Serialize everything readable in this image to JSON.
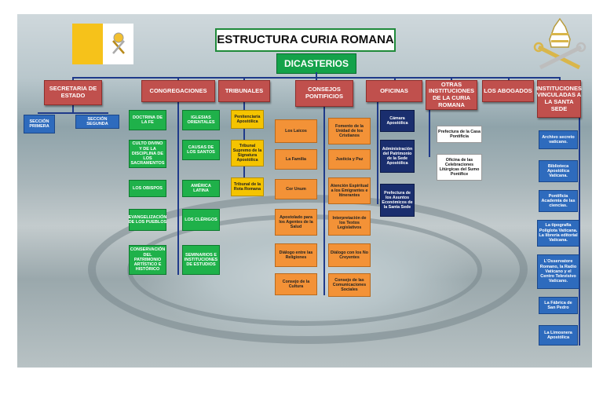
{
  "title": "ESTRUCTURA CURIA ROMANA",
  "dicasterios": "DICASTERIOS",
  "colors": {
    "flag_yellow": "#f6c21a",
    "title_border": "#1f8a3a",
    "header_red": "#c0504d",
    "green": "#1fb14a",
    "blue": "#2e6bbd",
    "yellow": "#f5c400",
    "orange": "#f39237",
    "navy": "#1a2e6e",
    "connector": "#1f3a8a"
  },
  "icons": {
    "flag": "vatican-flag-icon",
    "emblem": "papal-coat-of-arms-icon"
  },
  "headers": [
    {
      "id": "secretaria",
      "label": "SECRETARIA DE ESTADO"
    },
    {
      "id": "congregaciones",
      "label": "CONGREGACIONES"
    },
    {
      "id": "tribunales",
      "label": "TRIBUNALES"
    },
    {
      "id": "consejos",
      "label": "CONSEJOS PONTIFICIOS"
    },
    {
      "id": "oficinas",
      "label": "OFICINAS"
    },
    {
      "id": "otras",
      "label": "OTRAS INSTITUCIONES DE LA CURIA ROMANA"
    },
    {
      "id": "abogados",
      "label": "LOS ABOGADOS"
    },
    {
      "id": "instituciones",
      "label": "INSTITUCIONES VINCULADAS A LA SANTA SEDE"
    }
  ],
  "secretaria_items": [
    "SECCIÓN PRIMERA",
    "SECCIÓN SEGUNDA"
  ],
  "congregaciones_left": [
    "DOCTRINA DE LA FE",
    "CULTO DIVINO Y DE LA DISCIPLINA DE LOS SACRAMENTOS",
    "LOS OBISPOS",
    "EVANGELIZACIÓN DE LOS PUEBLOS",
    "CONSERVACIÓN DEL PATRIMONIO ARTÍSTICO E HISTÓRICO"
  ],
  "congregaciones_right": [
    "IGLESIAS ORIENTALES",
    "CAUSAS DE LOS SANTOS",
    "AMÉRICA LATINA",
    "LOS CLÉRIGOS",
    "SEMINARIOS E INSTITUCIONES DE ESTUDIOS"
  ],
  "tribunales_items": [
    "Penitenciaría Apostólica",
    "Tribunal Supremo de la Signatura Apostólica",
    "Tribunal de la Rota Romana"
  ],
  "consejos_left": [
    "Los Laicos",
    "La Familia",
    "Cor Unum",
    "Apostolado para los Agentes de la Salud",
    "Diálogo entre las Religiones",
    "Consejo de la Cultura"
  ],
  "consejos_right": [
    "Fomento de la Unidad de los Cristianos",
    "Justicia y Paz",
    "Atención Espiritual a los Emigrantes e Itinerantes",
    "Interpretación de los Textos Legislativos",
    "Diálogo con los No Creyentes",
    "Consejo de las Comunicaciones Sociales"
  ],
  "oficinas_items": [
    "Cámara Apostólica",
    "Administración del Patrimonio de la Sede Apostólica",
    "Prefectura de los Asuntos Económicos de la Santa Sede"
  ],
  "otras_items": [
    "Prefectura de la Casa Pontificia",
    "Oficina de las Celebraciones Litúrgicas del Sumo Pontífice"
  ],
  "instituciones_items": [
    "Archivo secreto vaticano.",
    "Biblioteca Apostólica Vaticana.",
    "Pontificia Academia de las ciencias.",
    "La tipografía Políglota Vaticana. La librería editorial Vaticana.",
    "L'Osservatore Romano, la Radio Vaticano y el Centro Televisivo Vaticano.",
    "La Fábrica de San Pedro",
    "La Limosnera Apostólica"
  ]
}
